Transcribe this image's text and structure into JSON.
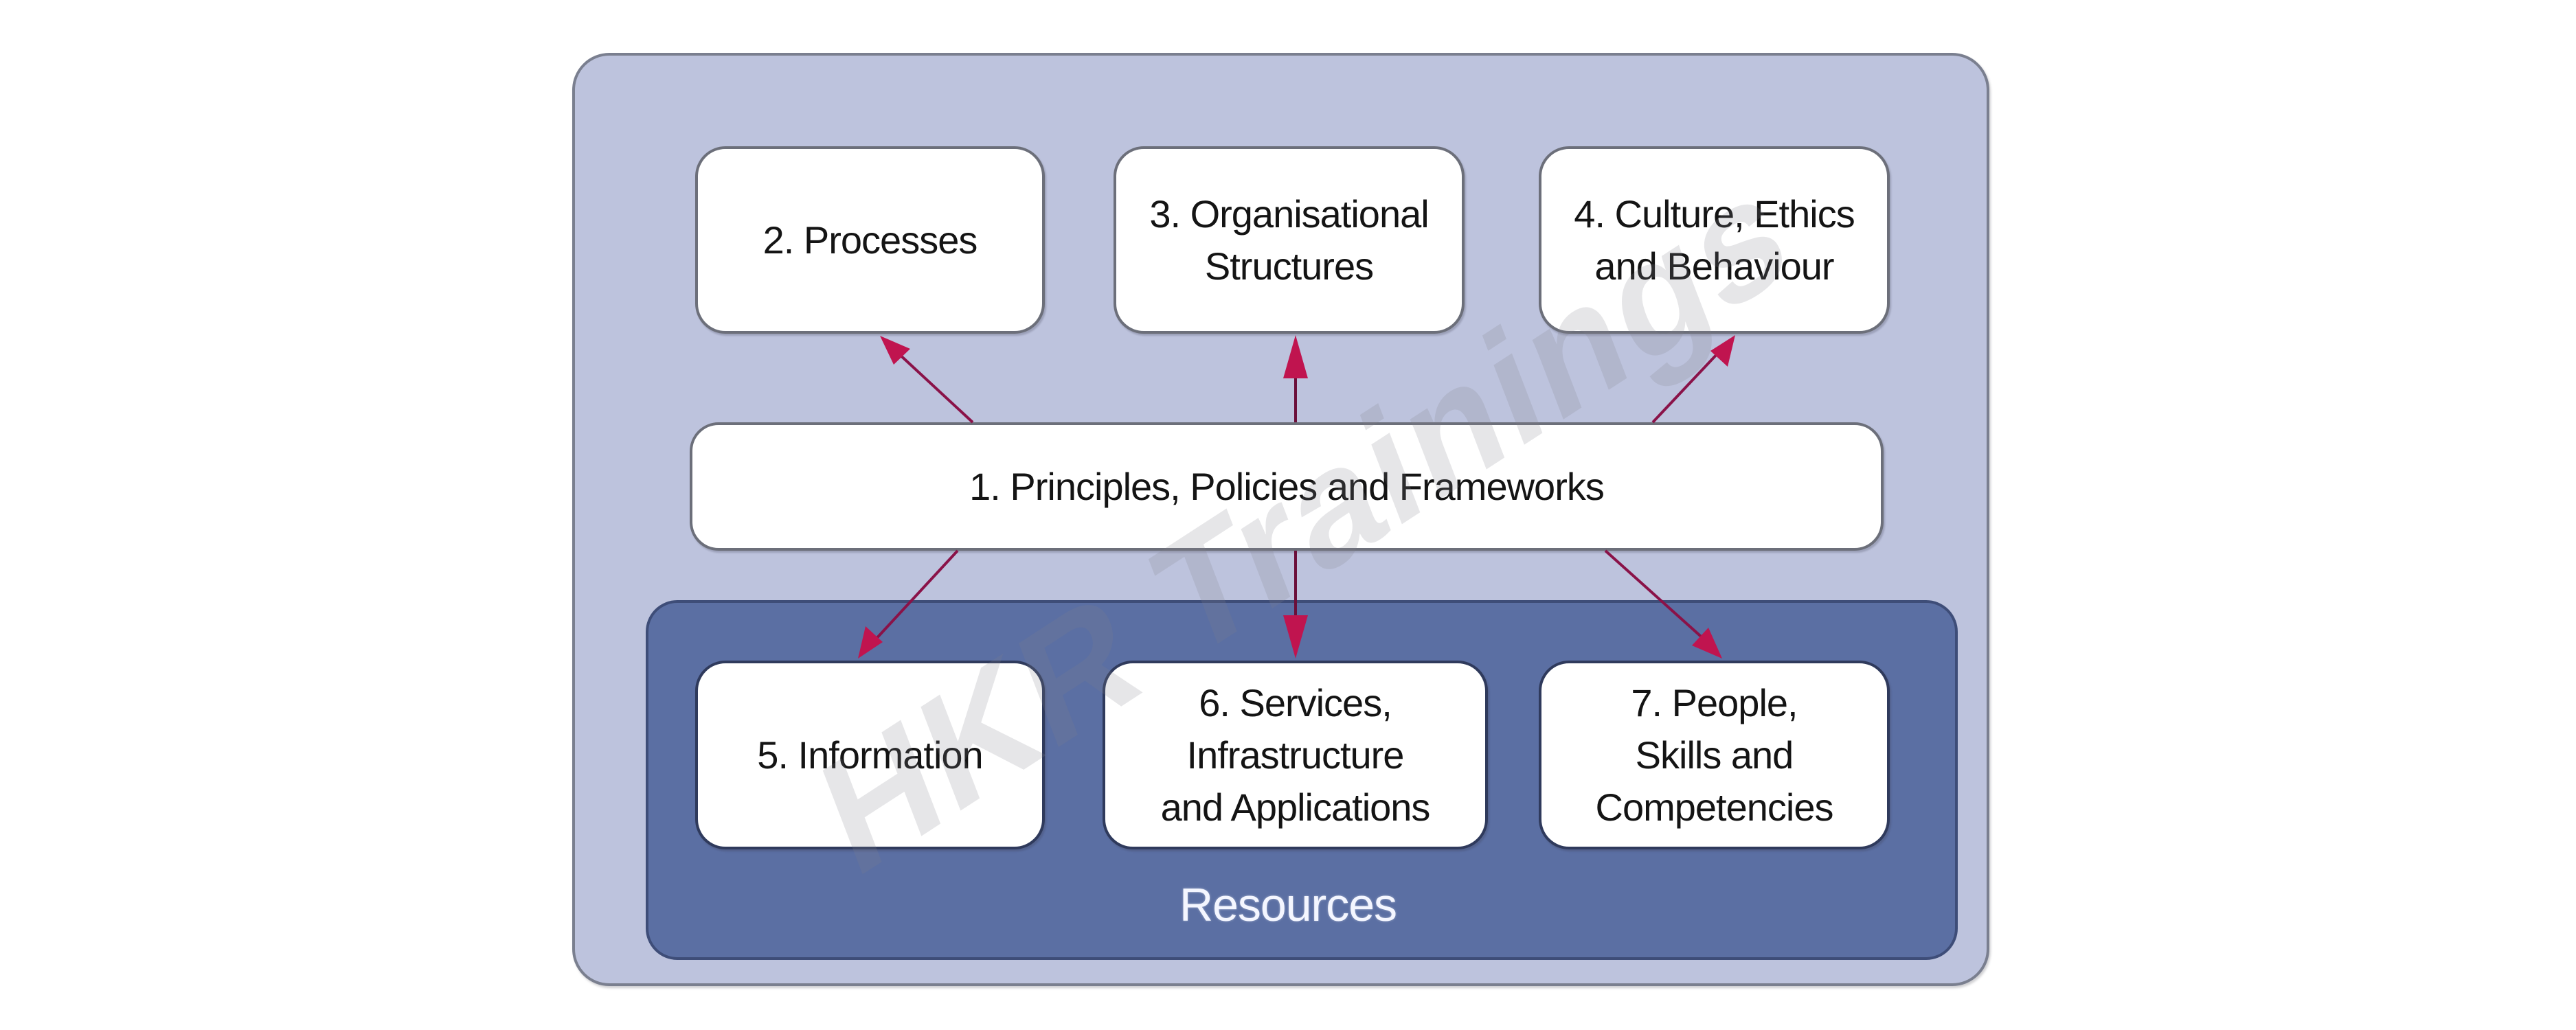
{
  "diagram": {
    "type": "framework-enablers",
    "colors": {
      "outer_panel": "#bdc3dd",
      "resources_panel": "#5b6fa3",
      "box_fill": "#ffffff",
      "arrow": "#c0144f",
      "text": "#141414",
      "resources_text": "#f4f6ff"
    },
    "central": {
      "label": "1. Principles, Policies and Frameworks"
    },
    "top_row": [
      {
        "label": "2. Processes"
      },
      {
        "label": "3. Organisational\nStructures"
      },
      {
        "label": "4. Culture, Ethics\nand Behaviour"
      }
    ],
    "resources": {
      "title": "Resources",
      "items": [
        {
          "label": "5. Information"
        },
        {
          "label": "6. Services,\nInfrastructure\nand Applications"
        },
        {
          "label": "7. People,\nSkills and\nCompetencies"
        }
      ]
    },
    "edges": [
      {
        "from": "1. Principles, Policies and Frameworks",
        "to": "2. Processes"
      },
      {
        "from": "1. Principles, Policies and Frameworks",
        "to": "3. Organisational Structures"
      },
      {
        "from": "1. Principles, Policies and Frameworks",
        "to": "4. Culture, Ethics and Behaviour"
      },
      {
        "from": "1. Principles, Policies and Frameworks",
        "to": "5. Information"
      },
      {
        "from": "1. Principles, Policies and Frameworks",
        "to": "6. Services, Infrastructure and Applications"
      },
      {
        "from": "1. Principles, Policies and Frameworks",
        "to": "7. People, Skills and Competencies"
      }
    ]
  },
  "watermark": {
    "text": "HKR Trainings"
  }
}
